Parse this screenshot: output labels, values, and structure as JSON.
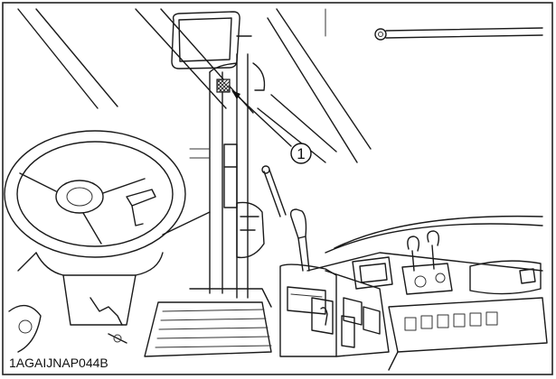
{
  "figure": {
    "callout_number": "1",
    "figure_code": "1AGAIJNAP044B"
  },
  "callout": {
    "target": "hatched-label-on-pillar"
  }
}
